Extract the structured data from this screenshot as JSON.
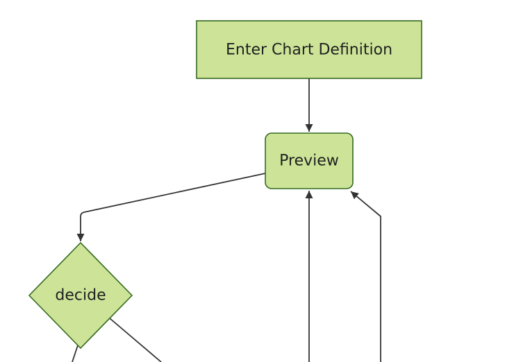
{
  "diagram": {
    "type": "flowchart",
    "direction": "top-down",
    "nodes": [
      {
        "id": "enter-chart-definition",
        "label": "Enter Chart Definition",
        "shape": "rectangle"
      },
      {
        "id": "preview",
        "label": "Preview",
        "shape": "rounded-rectangle"
      },
      {
        "id": "decide",
        "label": "decide",
        "shape": "diamond"
      }
    ],
    "edges": [
      {
        "from": "enter-chart-definition",
        "to": "preview",
        "arrowhead": true
      },
      {
        "from": "preview",
        "to": "decide",
        "arrowhead": true
      },
      {
        "from": "offscreen-bottom-center",
        "to": "preview",
        "arrowhead": true
      },
      {
        "from": "offscreen-bottom-right",
        "to": "preview",
        "arrowhead": true
      },
      {
        "from": "decide",
        "to": "offscreen-bottom-left",
        "arrowhead": false
      },
      {
        "from": "decide",
        "to": "offscreen-bottom-right",
        "arrowhead": false
      }
    ]
  },
  "colors": {
    "node-fill": "#cde498",
    "node-border": "#33691e",
    "edge": "#333333",
    "text": "#1f2020",
    "background": "#ffffff"
  }
}
